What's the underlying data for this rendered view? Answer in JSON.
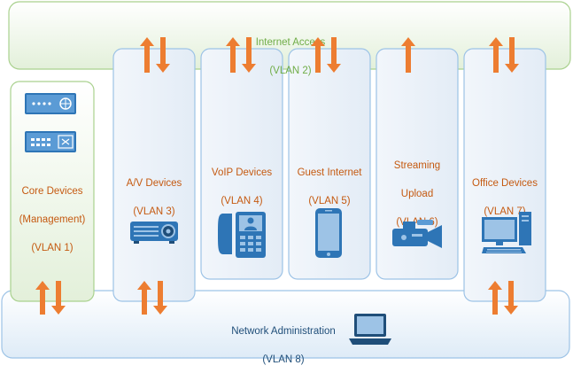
{
  "colors": {
    "green_text": "#70ad47",
    "blue_text": "#1f4e79",
    "orange_text": "#c55a11",
    "internet_box_border": "#a9d18e",
    "admin_box_border": "#9dc3e6",
    "arrow": "#ed7d31",
    "device_blue": "#2e75b6"
  },
  "internet_access": {
    "line1": "Internet Access",
    "line2": "(VLAN 2)"
  },
  "network_admin": {
    "line1": "Network Administration",
    "line2": "(VLAN 8)",
    "icon": "laptop-icon"
  },
  "vlans": [
    {
      "line1": "Core Devices",
      "line2": "(Management)",
      "line3": "(VLAN 1)",
      "icon": "network-switch-icon",
      "internet_access": "none",
      "admin_access": "bidirectional"
    },
    {
      "line1": "A/V Devices",
      "line2": "(VLAN 3)",
      "icon": "projector-icon",
      "internet_access": "bidirectional",
      "admin_access": "bidirectional"
    },
    {
      "line1": "VoIP Devices",
      "line2": "(VLAN 4)",
      "icon": "voip-phone-icon",
      "internet_access": "bidirectional",
      "admin_access": "none"
    },
    {
      "line1": "Guest Internet",
      "line2": "(VLAN 5)",
      "icon": "smartphone-icon",
      "internet_access": "bidirectional",
      "admin_access": "none"
    },
    {
      "line1": "Streaming",
      "line2": "Upload",
      "line3": "(VLAN 6)",
      "icon": "video-camera-icon",
      "internet_access": "upload-only",
      "admin_access": "none"
    },
    {
      "line1": "Office Devices",
      "line2": "(VLAN 7)",
      "icon": "desktop-computer-icon",
      "internet_access": "bidirectional",
      "admin_access": "bidirectional"
    }
  ]
}
